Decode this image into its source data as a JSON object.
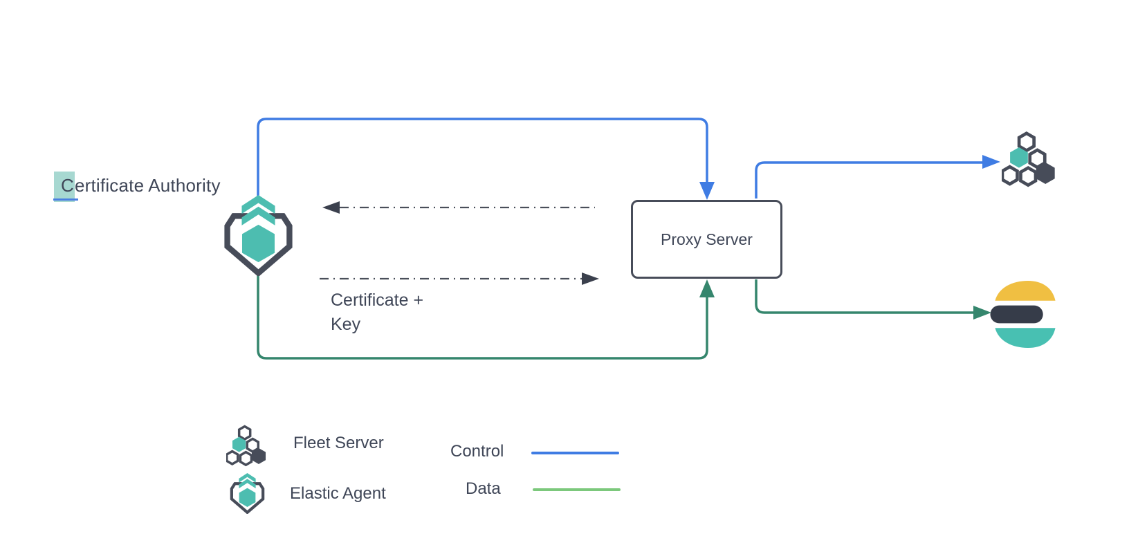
{
  "diagram": {
    "certificate_authority": {
      "highlighted_char": "C",
      "rest": "ertificate Authority"
    },
    "proxy_server": {
      "label": "Proxy Server"
    },
    "certificate_key": {
      "line1": "Certificate +",
      "line2": "Key"
    },
    "icons": {
      "elastic_agent": "elastic-agent-icon",
      "fleet_server": "fleet-server-icon",
      "elasticsearch": "elasticsearch-icon"
    },
    "connectors": {
      "control_color": "#3f7ce3",
      "data_color": "#35866d",
      "dashed_color": "#4a4f5a"
    }
  },
  "legend": {
    "items": [
      {
        "icon": "fleet-server-icon",
        "label": "Fleet Server"
      },
      {
        "icon": "elastic-agent-icon",
        "label": "Elastic Agent"
      }
    ],
    "lines": [
      {
        "label": "Control",
        "color": "#3f7ce3"
      },
      {
        "label": "Data",
        "color": "#7cc87c"
      }
    ]
  },
  "colors": {
    "teal": "#4dbdb0",
    "slate": "#474c59",
    "text": "#3f4657",
    "es_yellow": "#f0bf42",
    "es_dark": "#363c49",
    "highlight_teal": "#a7d8d1",
    "caret_blue": "#4b80e1",
    "background": "#ffffff"
  }
}
